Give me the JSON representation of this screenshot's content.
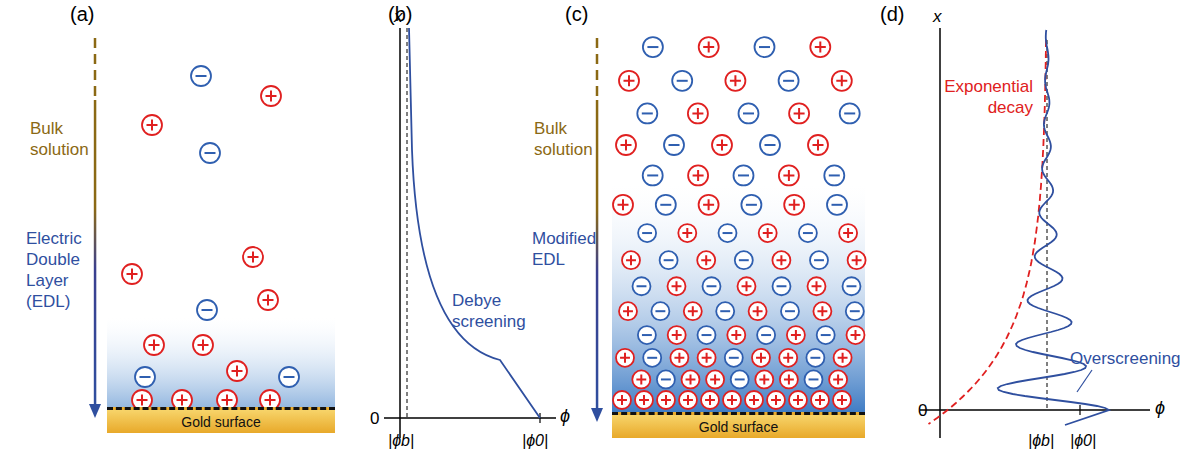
{
  "diagram": {
    "nodes": [
      {
        "text": [
          "Gold surface"
        ]
      },
      {
        "text": [
          "Gold surface"
        ]
      }
    ],
    "labels": [
      "(a)",
      "Bulk solution",
      "Electric Double Layer (EDL)",
      "(b)",
      "x",
      "0",
      "|ϕb|",
      "|ϕ0|",
      "ϕ",
      "Debye screening",
      "(c)",
      "Bulk solution",
      "Modified EDL",
      "(d)",
      "x",
      "Exponential decay",
      "Overscreening",
      "0",
      "|ϕb|",
      "|ϕ0|",
      "ϕ"
    ]
  }
}
